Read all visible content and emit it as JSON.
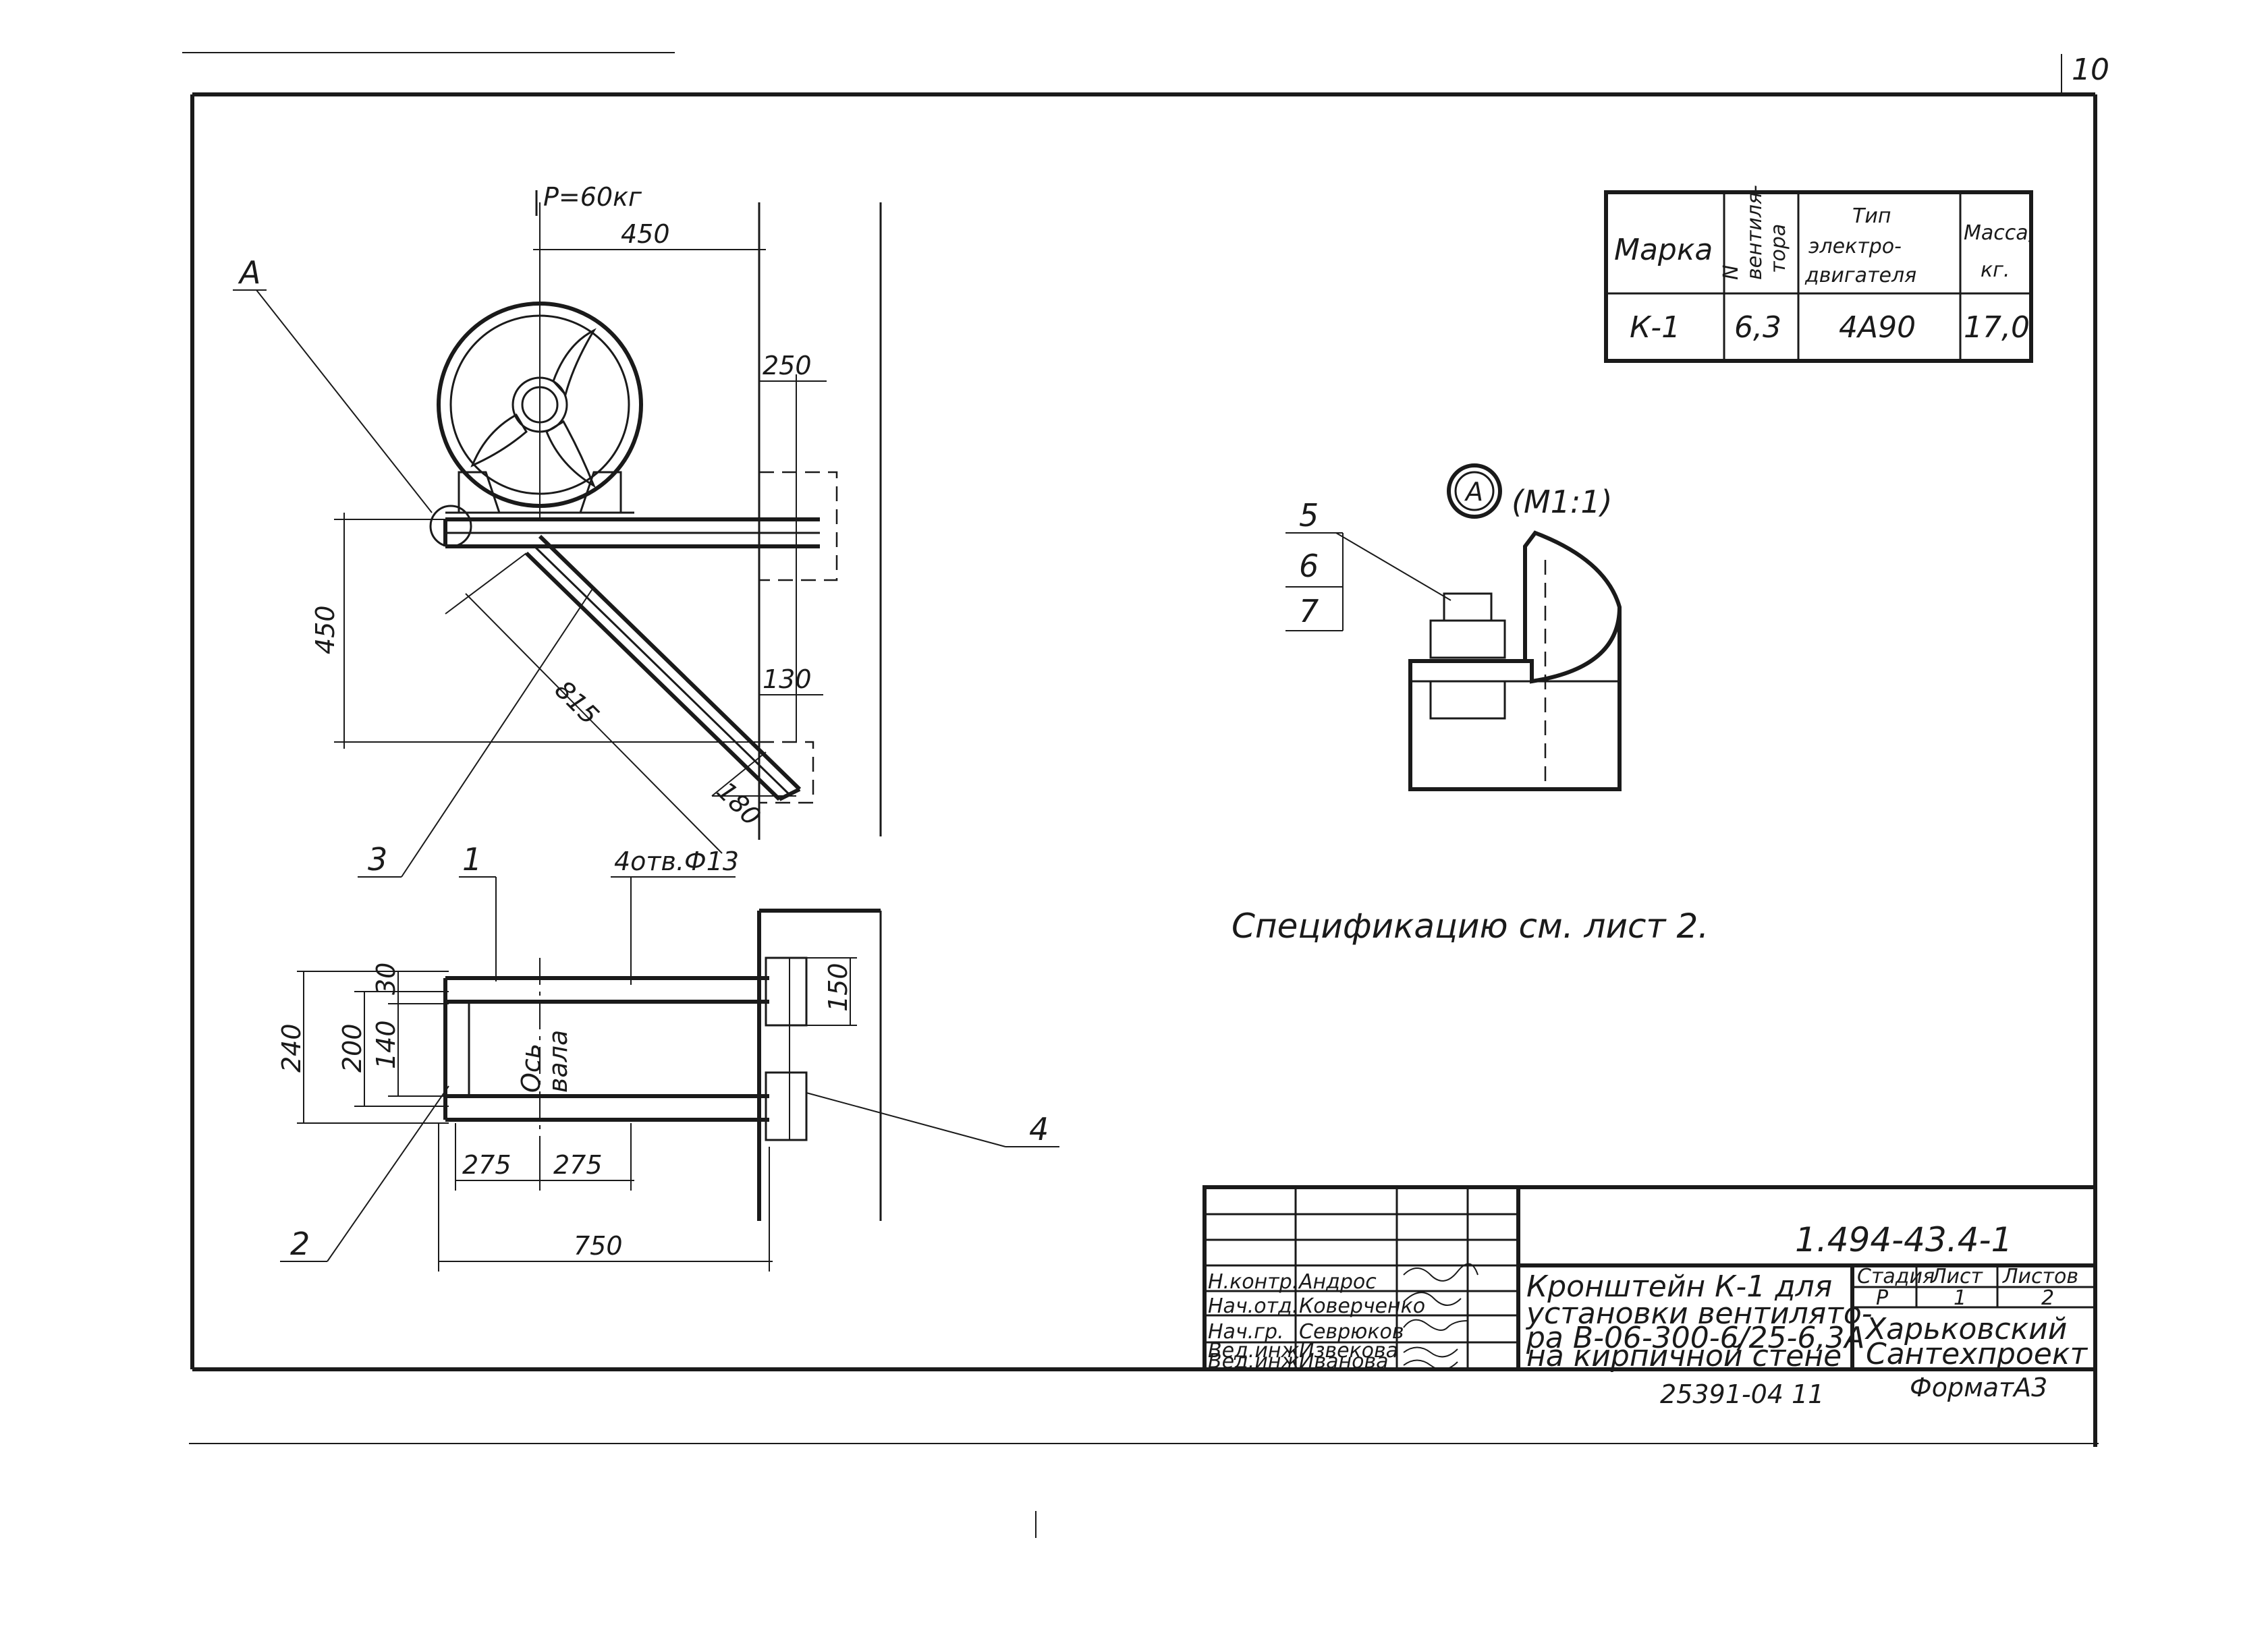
{
  "sheet": {
    "page_number": "10",
    "format": "ФорматА3",
    "archive_number": "25391-04",
    "archive_suffix": "11"
  },
  "drawing": {
    "load_label": "P=60кг",
    "view_a_callout": "А",
    "detail_callout_letter": "А",
    "detail_scale": "(М1:1)",
    "shaft_axis_line1": "Ось",
    "shaft_axis_line2": "вала",
    "holes_note": "4отв.Ф13",
    "spec_note": "Спецификацию см. лист 2.",
    "dimensions": {
      "top_450": "450",
      "dim_250": "250",
      "vert_450": "450",
      "diag_815": "815",
      "dim_130": "130",
      "dim_180": "180",
      "dim_240": "240",
      "dim_200": "200",
      "dim_140": "140",
      "dim_30": "30",
      "dim_150": "150",
      "dim_275_a": "275",
      "dim_275_b": "275",
      "dim_750": "750"
    },
    "part_numbers": {
      "p1": "1",
      "p2": "2",
      "p3": "3",
      "p4": "4",
      "p5": "5",
      "p6": "6",
      "p7": "7"
    }
  },
  "spec_table": {
    "headers": {
      "mark": "Марка",
      "fan_no_line1": "N",
      "fan_no_line2": "вентиля-",
      "fan_no_line3": "тора",
      "motor_line1": "Тип",
      "motor_line2": "электро-",
      "motor_line3": "двигателя",
      "mass_line1": "Масса,",
      "mass_line2": "кг."
    },
    "rows": [
      {
        "mark": "К-1",
        "fan_no": "6,3",
        "motor": "4А90",
        "mass": "17,0"
      }
    ]
  },
  "title_block": {
    "designation": "1.494-43.4-1",
    "title_line1": "Кронштейн К-1 для",
    "title_line2": "установки вентилято-",
    "title_line3": "ра В-06-300-6/25-6,3А",
    "title_line4": "на кирпичной стене",
    "stage_header": "Стадия",
    "sheet_header": "Лист",
    "sheets_header": "Листов",
    "stage": "Р",
    "sheet": "1",
    "sheets": "2",
    "organization_line1": "Харьковский",
    "organization_line2": "Сантехпроект",
    "signatories": [
      {
        "role": "Н.контр.",
        "name": "Андрос"
      },
      {
        "role": "Нач.отд.",
        "name": "Коверченко"
      },
      {
        "role": "Нач.гр.",
        "name": "Севрюков"
      },
      {
        "role": "Вед.инж.",
        "name": "Извекова"
      },
      {
        "role": "Вед.инж.",
        "name": "Иванова"
      }
    ]
  }
}
